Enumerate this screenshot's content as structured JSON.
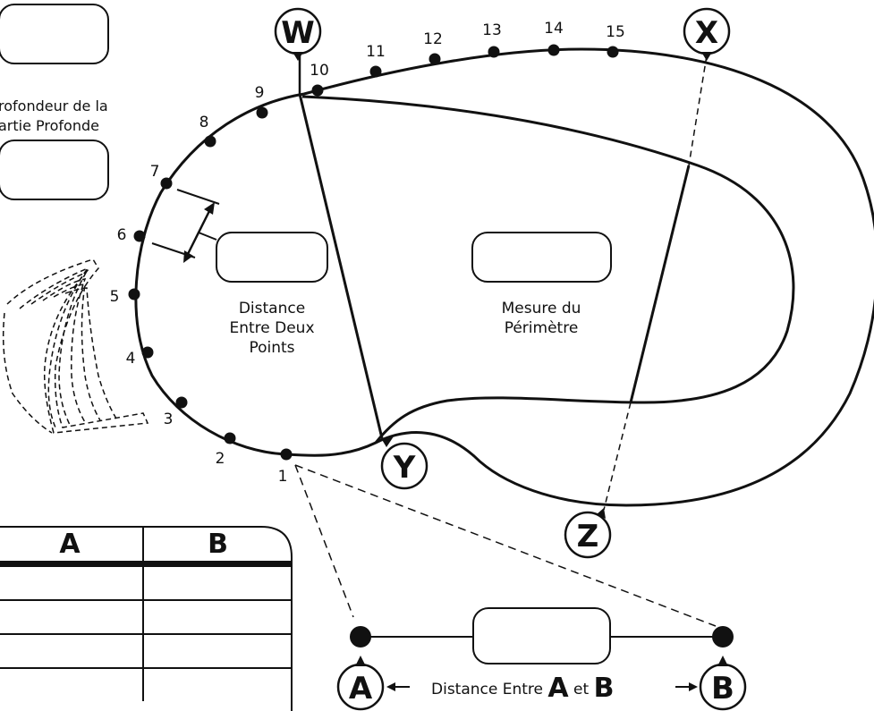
{
  "points": [
    "1",
    "2",
    "3",
    "4",
    "5",
    "6",
    "7",
    "8",
    "9",
    "10",
    "11",
    "12",
    "13",
    "14",
    "15"
  ],
  "markers": {
    "W": "W",
    "X": "X",
    "Y": "Y",
    "Z": "Z",
    "A": "A",
    "B": "B"
  },
  "labels": {
    "depth_line1": "rofondeur de la",
    "depth_line2": "artie Profonde",
    "distance_line1": "Distance",
    "distance_line2": "Entre Deux",
    "distance_line3": "Points",
    "perimeter_line1": "Mesure du",
    "perimeter_line2": "Périmètre",
    "ab_caption_prefix": "Distance Entre",
    "ab_caption_a": "A",
    "ab_caption_mid": "et",
    "ab_caption_b": "B"
  },
  "table": {
    "headers": [
      "A",
      "B"
    ],
    "rows": 4
  }
}
